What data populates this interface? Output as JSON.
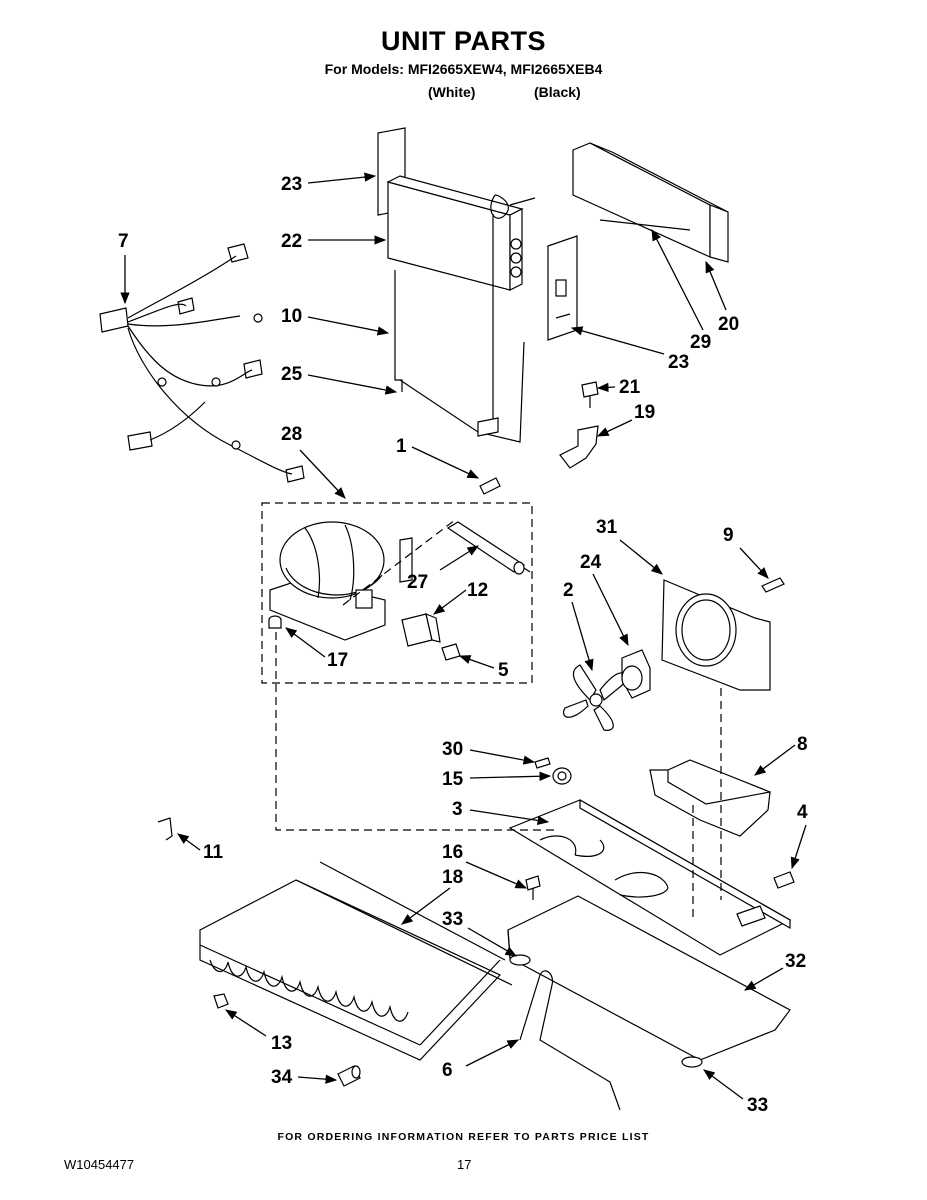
{
  "header": {
    "title": "UNIT PARTS",
    "models": "For Models: MFI2665XEW4, MFI2665XEB4",
    "variant_white": "(White)",
    "variant_black": "(Black)"
  },
  "callouts": [
    "23",
    "22",
    "7",
    "10",
    "25",
    "28",
    "1",
    "23",
    "29",
    "20",
    "21",
    "19",
    "31",
    "9",
    "24",
    "2",
    "27",
    "12",
    "17",
    "5",
    "30",
    "15",
    "3",
    "8",
    "4",
    "11",
    "16",
    "18",
    "33",
    "32",
    "13",
    "34",
    "6",
    "33"
  ],
  "footer": {
    "ordering_note": "FOR ORDERING INFORMATION REFER TO PARTS PRICE LIST",
    "doc_number": "W10454477",
    "page_number": "17"
  }
}
